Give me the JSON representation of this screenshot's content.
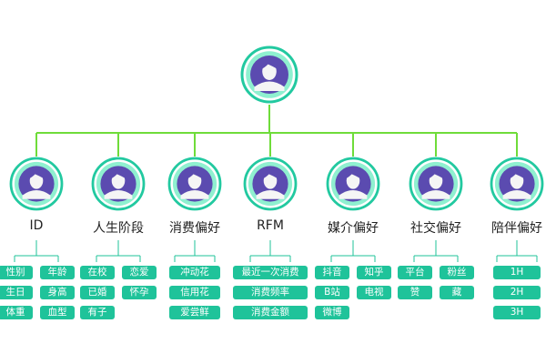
{
  "root": {
    "avatar": "user-avatar-icon"
  },
  "colors": {
    "connector_top": "#6fdc3a",
    "connector_sub": "#1fc39a",
    "ring_outer": "#22c9a0",
    "ring_inner": "#8ff0d0",
    "avatar_bg": "#5b4bb0",
    "avatar_face": "#f5f5f5",
    "tag_bg": "#1fc39a"
  },
  "categories": [
    {
      "label": "ID",
      "tags": [
        [
          "性别",
          "年龄"
        ],
        [
          "生日",
          "身高"
        ],
        [
          "体重",
          "血型"
        ]
      ]
    },
    {
      "label": "人生阶段",
      "tags": [
        [
          "在校",
          "恋爱"
        ],
        [
          "已婚",
          "怀孕"
        ],
        [
          "有子"
        ]
      ]
    },
    {
      "label": "消费偏好",
      "tags": [
        [
          "冲动花"
        ],
        [
          "信用花"
        ],
        [
          "爱尝鲜"
        ]
      ]
    },
    {
      "label": "RFM",
      "tags": [
        [
          "最近一次消费"
        ],
        [
          "消费频率"
        ],
        [
          "消费金额"
        ]
      ]
    },
    {
      "label": "媒介偏好",
      "tags": [
        [
          "抖音",
          "知乎"
        ],
        [
          "B站",
          "电视"
        ],
        [
          "微博"
        ]
      ]
    },
    {
      "label": "社交偏好",
      "tags": [
        [
          "平台",
          "粉丝"
        ],
        [
          "赞",
          "藏"
        ]
      ]
    },
    {
      "label": "陪伴偏好",
      "tags": [
        [
          "1H"
        ],
        [
          "2H"
        ],
        [
          "3H"
        ]
      ]
    }
  ]
}
